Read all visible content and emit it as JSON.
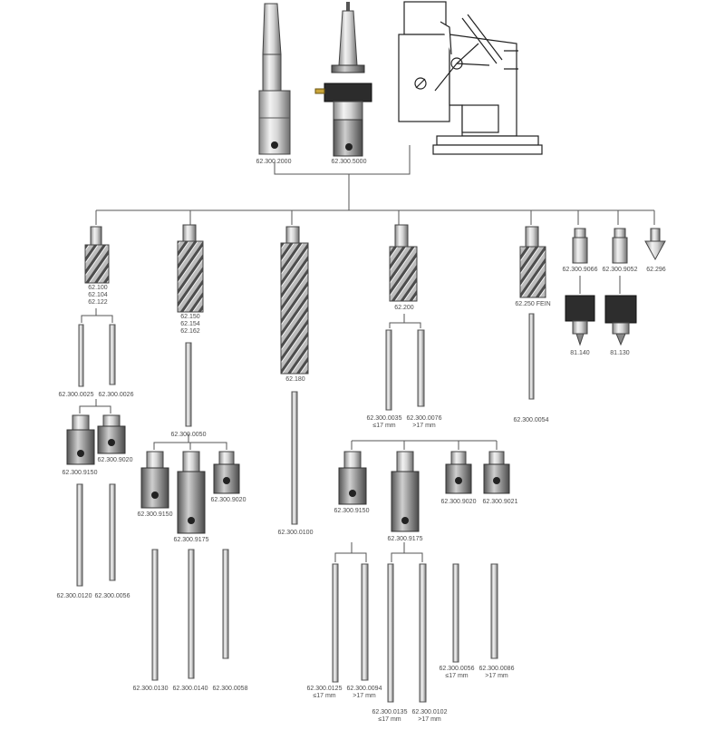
{
  "labels": {
    "arbor_mt": "62.300.2000",
    "arbor_quick": "62.300.5000",
    "cutter_100_a": "62.100",
    "cutter_100_b": "62.104",
    "cutter_100_c": "62.122",
    "cutter_150_a": "62.150",
    "cutter_150_b": "62.154",
    "cutter_150_c": "62.162",
    "cutter_180": "62.180",
    "cutter_200": "62.200",
    "cutter_250": "62.250 FEIN",
    "adapter_9066": "62.300.9066",
    "adapter_9052": "62.300.9052",
    "countersink": "62.296",
    "chuck_140": "81.140",
    "chuck_130": "81.130",
    "pin_0025": "62.300.0025",
    "pin_0026": "62.300.0026",
    "pin_0050": "62.300.0050",
    "pin_0100": "62.300.0100",
    "pin_0035": "62.300.0035",
    "pin_0035_note": "≤17 mm",
    "pin_0076": "62.300.0076",
    "pin_0076_note": ">17 mm",
    "pin_0054": "62.300.0054",
    "ext_9150_left": "62.300.9150",
    "ext_9020_left": "62.300.9020",
    "ext_9150_mid": "62.300.9150",
    "ext_9175_mid": "62.300.9175",
    "ext_9020_mid": "62.300.9020",
    "ext_9150_right": "62.300.9150",
    "ext_9175_right": "62.300.9175",
    "ext_9020_right": "62.300.9020",
    "ext_9021_right": "62.300.9021",
    "pin_0120": "62.300.0120",
    "pin_0056_left": "62.300.0056",
    "pin_0130": "62.300.0130",
    "pin_0140": "62.300.0140",
    "pin_0058": "62.300.0058",
    "pin_0125": "62.300.0125",
    "pin_0125_note": "≤17 mm",
    "pin_0094": "62.300.0094",
    "pin_0094_note": ">17 mm",
    "pin_0135": "62.300.0135",
    "pin_0135_note": "≤17 mm",
    "pin_0102": "62.300.0102",
    "pin_0102_note": ">17 mm",
    "pin_0056_right": "62.300.0056",
    "pin_0056_right_note": "≤17 mm",
    "pin_0086": "62.300.0086",
    "pin_0086_note": ">17 mm"
  },
  "colors": {
    "connector": "#555555",
    "steel_light": "#e6e6e6",
    "steel_dark": "#7a7a7a",
    "hole": "#222222",
    "label": "#4a4a4a"
  }
}
